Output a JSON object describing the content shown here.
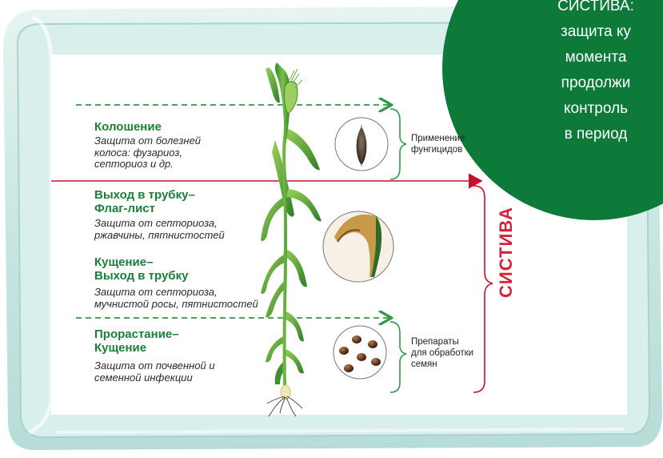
{
  "stages": [
    {
      "title": [
        "Колошение"
      ],
      "desc": [
        "Защита от болезней",
        "колоса: фузариоз,",
        "септориоз и др."
      ]
    },
    {
      "title": [
        "Выход в трубку–",
        "Флаг-лист"
      ],
      "desc": [
        "Защита от септориоза,",
        "ржавчины, пятнистостей"
      ]
    },
    {
      "title": [
        "Кущение–",
        "Выход в трубку"
      ],
      "desc": [
        "Защита от септориоза,",
        "мучнистой росы, пятнистостей"
      ]
    },
    {
      "title": [
        "Прорастание–",
        "Кущение"
      ],
      "desc": [
        "Защита от почвенной и",
        "семенной инфекции"
      ]
    }
  ],
  "side_labels": {
    "fungicides": [
      "Применение",
      "фунгицидов"
    ],
    "seed_treatment": [
      "Препараты",
      "для обработки",
      "семян"
    ]
  },
  "brand": "СИСТИВА",
  "badge_lines": [
    "СИСТИВА:",
    "защита ку",
    "момента",
    "продолжи",
    "контроль",
    "в период"
  ],
  "colors": {
    "stage_title": "#1b7f3a",
    "brand_red": "#d6213a",
    "badge_green": "#0d7a3a",
    "dashed_green": "#2e9a48",
    "bracket_green": "#2e9a48",
    "tray": "#cfe8e4"
  }
}
